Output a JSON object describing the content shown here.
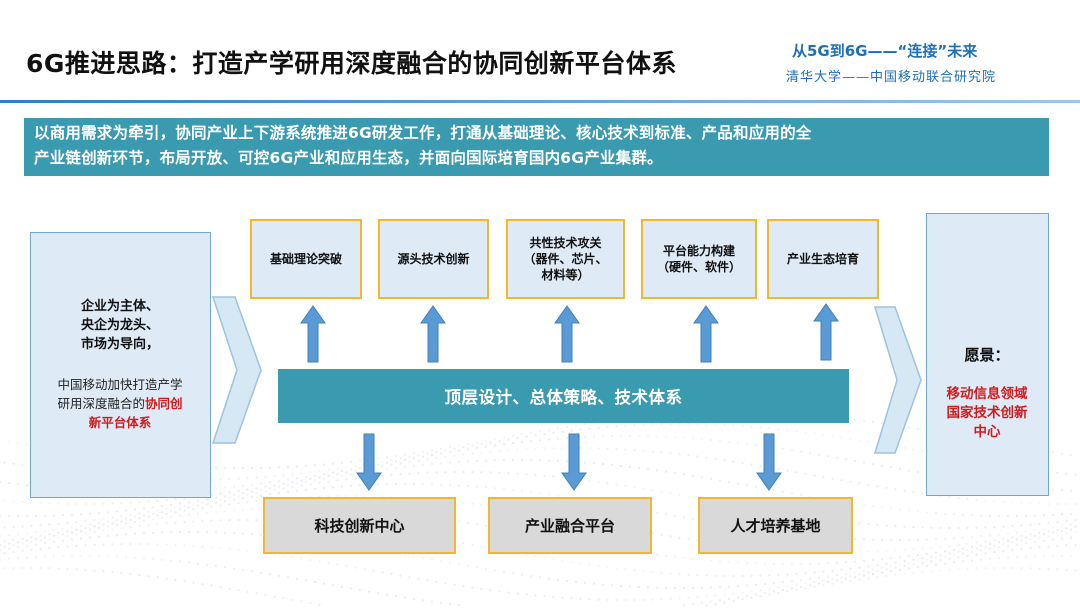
{
  "header": {
    "title": "6G推进思路：打造产学研用深度融合的协同创新平台体系",
    "brand_line1": "从5G到6G——“连接”未来",
    "brand_line2": "清华大学——中国移动联合研究院"
  },
  "banner": {
    "line1": "以商用需求为牵引，协同产业上下游系统推进6G研发工作，打通从基础理论、核心技术到标准、产品和应用的全",
    "line2": "产业链创新环节，布局开放、可控6G产业和应用生态，并面向国际培育国内6G产业集群。"
  },
  "left_panel": {
    "lines": [
      "企业为主体、",
      "央企为龙头、",
      "市场为导向，"
    ],
    "sub_line1": "中国移动加快打造产学",
    "sub_line2_prefix": "研用深度融合的",
    "sub_line2_red": "协同创",
    "sub_line3_red": "新平台体系"
  },
  "top_boxes": [
    {
      "line1": "基础理论突破",
      "line2": "",
      "line3": ""
    },
    {
      "line1": "源头技术创新",
      "line2": "",
      "line3": ""
    },
    {
      "line1": "共性技术攻关",
      "line2": "（器件、芯片、",
      "line3": "材料等）"
    },
    {
      "line1": "平台能力构建",
      "line2": "（硬件、软件）",
      "line3": ""
    },
    {
      "line1": "产业生态培育",
      "line2": "",
      "line3": ""
    }
  ],
  "middle_bar": "顶层设计、总体策略、技术体系",
  "bottom_boxes": [
    "科技创新中心",
    "产业融合平台",
    "人才培养基地"
  ],
  "right_panel": {
    "heading": "愿景：",
    "line1": "移动信息领域",
    "line2": "国家技术创新",
    "line3": "中心"
  },
  "colors": {
    "teal": "#3a9ab0",
    "box_border": "#f2b731",
    "arrow_blue": "#5b9bd5",
    "accent_red": "#d01c1c",
    "brand_blue": "#1d6fb8"
  }
}
